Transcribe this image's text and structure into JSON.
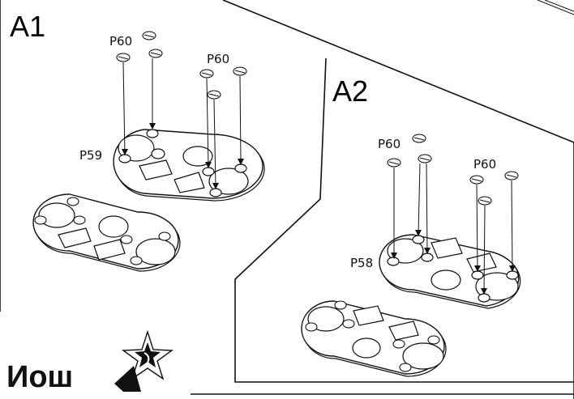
{
  "steps": {
    "a1": {
      "label": "A1",
      "screw_label_left": "P60",
      "screw_label_right": "P60",
      "plate_label": "P59"
    },
    "a2": {
      "label": "A2",
      "screw_label_left": "P60",
      "screw_label_right": "P60",
      "plate_label": "P58"
    }
  },
  "logo": {
    "text": "Иош"
  }
}
